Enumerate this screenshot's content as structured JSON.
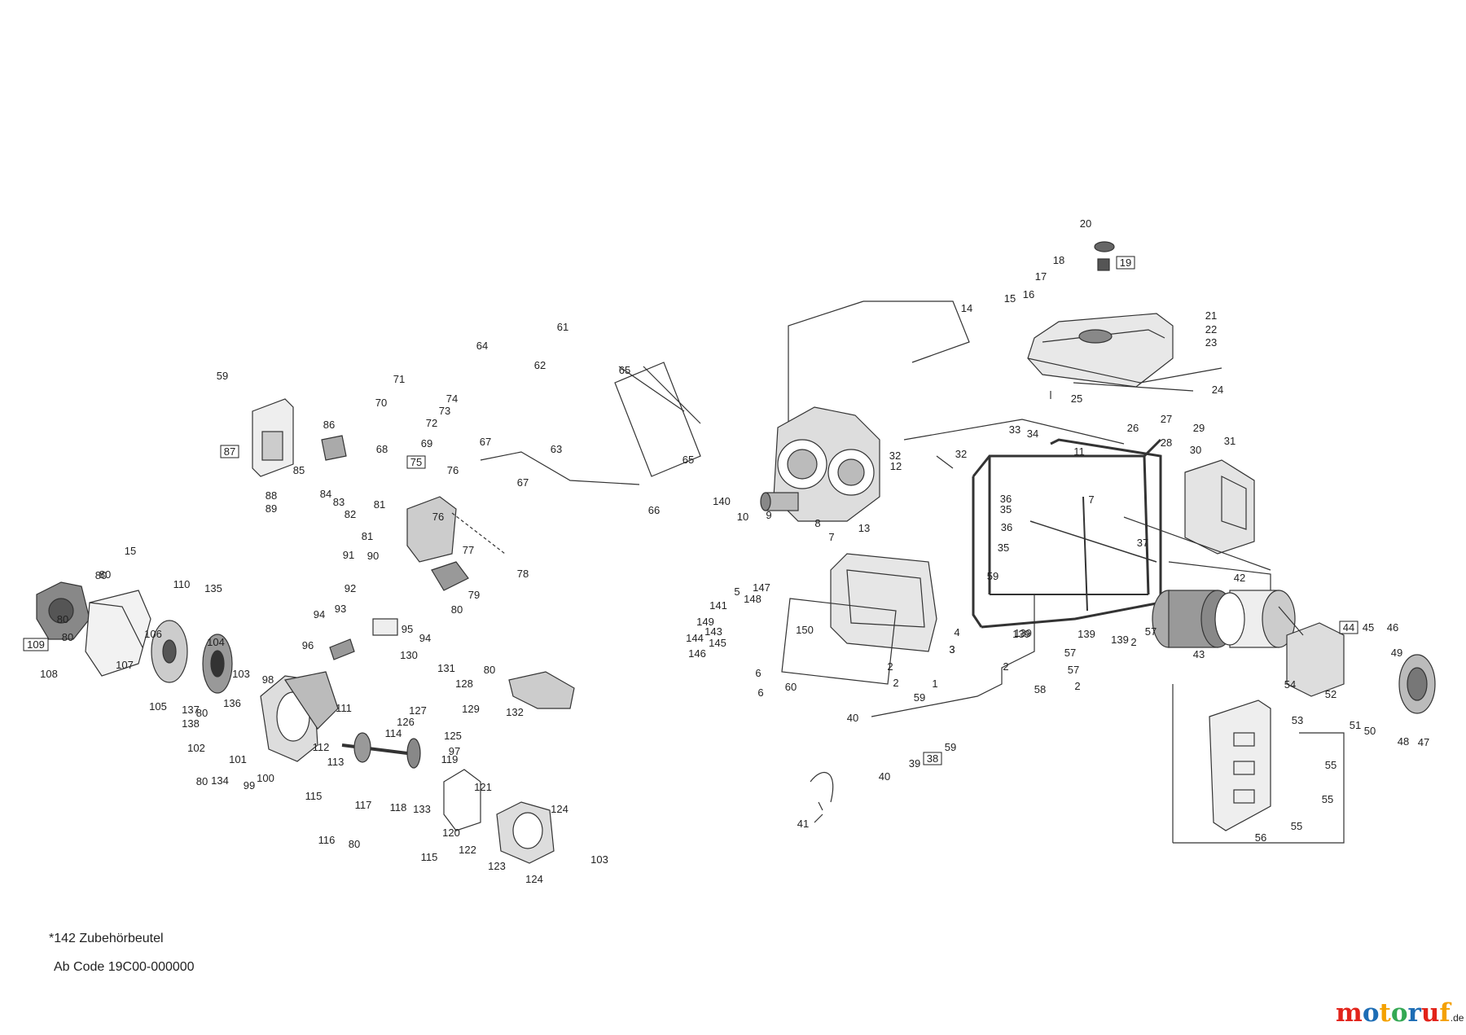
{
  "footnotes": {
    "accessory": "*142  Zubehörbeutel",
    "code": "Ab Code 19C00-000000"
  },
  "logo": {
    "text": "motoruf",
    "suffix": ".de",
    "colors": [
      "#e2231a",
      "#1d6db5",
      "#f4a100",
      "#34a853",
      "#1d6db5",
      "#e2231a",
      "#f4a100"
    ]
  },
  "callouts": [
    "1",
    "2",
    "3",
    "4",
    "5",
    "6",
    "7",
    "8",
    "9",
    "10",
    "11",
    "12",
    "13",
    "14",
    "15",
    "16",
    "17",
    "18",
    "19",
    "20",
    "21",
    "22",
    "23",
    "24",
    "25",
    "26",
    "27",
    "28",
    "29",
    "30",
    "31",
    "32",
    "33",
    "34",
    "35",
    "36",
    "37",
    "38",
    "39",
    "40",
    "41",
    "42",
    "43",
    "44",
    "45",
    "46",
    "47",
    "48",
    "49",
    "50",
    "51",
    "52",
    "53",
    "54",
    "55",
    "56",
    "57",
    "58",
    "59",
    "60",
    "61",
    "62",
    "63",
    "64",
    "65",
    "66",
    "67",
    "68",
    "69",
    "70",
    "71",
    "72",
    "73",
    "74",
    "75",
    "76",
    "77",
    "78",
    "79",
    "80",
    "81",
    "82",
    "83",
    "84",
    "85",
    "86",
    "87",
    "88",
    "89",
    "90",
    "91",
    "92",
    "93",
    "94",
    "95",
    "96",
    "97",
    "98",
    "99",
    "100",
    "101",
    "102",
    "103",
    "104",
    "105",
    "106",
    "107",
    "108",
    "109",
    "110",
    "111",
    "112",
    "113",
    "114",
    "115",
    "116",
    "117",
    "118",
    "119",
    "120",
    "121",
    "122",
    "123",
    "124",
    "125",
    "126",
    "127",
    "128",
    "129",
    "130",
    "131",
    "132",
    "133",
    "134",
    "135",
    "136",
    "137",
    "138",
    "139",
    "140",
    "141",
    "143",
    "144",
    "145",
    "146",
    "147",
    "148",
    "149",
    "150"
  ],
  "boxed_callouts": [
    "19",
    "38",
    "44",
    "75",
    "87",
    "109"
  ]
}
